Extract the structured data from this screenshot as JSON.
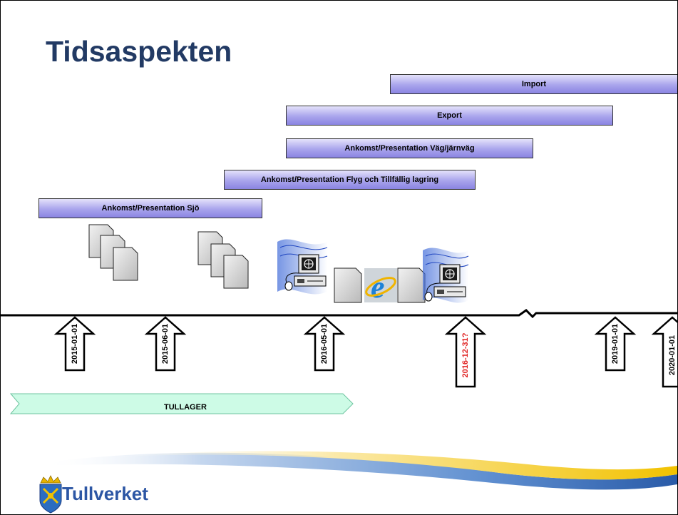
{
  "title": "Tidsaspekten",
  "bars": {
    "import": "Import",
    "export": "Export",
    "vag": "Ankomst/Presentation Väg/järnväg",
    "flyg": "Ankomst/Presentation Flyg och Tillfällig lagring",
    "sjo": "Ankomst/Presentation Sjö"
  },
  "dates": {
    "d1": "2015-01-01",
    "d2": "2015-06-01",
    "d3": "2016-05-01",
    "d4": "2016-12-31?",
    "d5": "2019-01-01",
    "d6": "2020-01-01"
  },
  "tullager": "TULLAGER",
  "logo": "Tullverket",
  "colors": {
    "title": "#223a64",
    "bar": "#a9a4ec",
    "highlight_date": "#e02020",
    "tullager": "#cdfbe6",
    "logo": "#2c56a4"
  },
  "icons": [
    "document-stack-icon",
    "computer-network-icon",
    "internet-explorer-icon",
    "crown-shield-icon"
  ]
}
